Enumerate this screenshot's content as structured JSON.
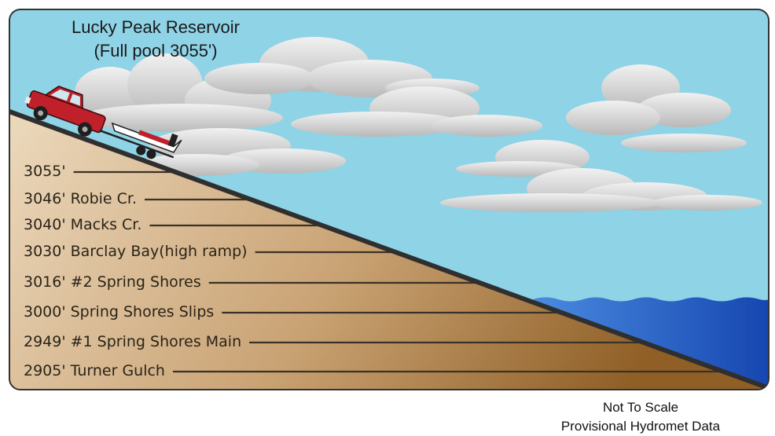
{
  "title": {
    "line1": "Lucky Peak Reservoir",
    "line2": "(Full pool 3055')"
  },
  "levels": [
    {
      "label": "3055'"
    },
    {
      "label": "3046' Robie Cr."
    },
    {
      "label": "3040' Macks Cr."
    },
    {
      "label": "3030' Barclay Bay(high ramp)"
    },
    {
      "label": "3016' #2 Spring Shores"
    },
    {
      "label": "3000' Spring Shores Slips"
    },
    {
      "label": "2949' #1 Spring Shores Main"
    },
    {
      "label": "2905' Turner Gulch"
    }
  ],
  "footer": {
    "line1": "Not To Scale",
    "line2": "Provisional Hydromet Data"
  },
  "colors": {
    "sky": "#8fd3e6",
    "water_light": "#3d7fd6",
    "water_dark": "#1a4fb8",
    "ground_light": "#e8d3b4",
    "ground_dark": "#98662a",
    "ramp": "#2f2f2f",
    "truck": "#c0202a",
    "cloud": "#d9d9d9"
  },
  "icons": {
    "truck": "pickup-truck-icon",
    "boat": "boat-trailer-icon"
  }
}
